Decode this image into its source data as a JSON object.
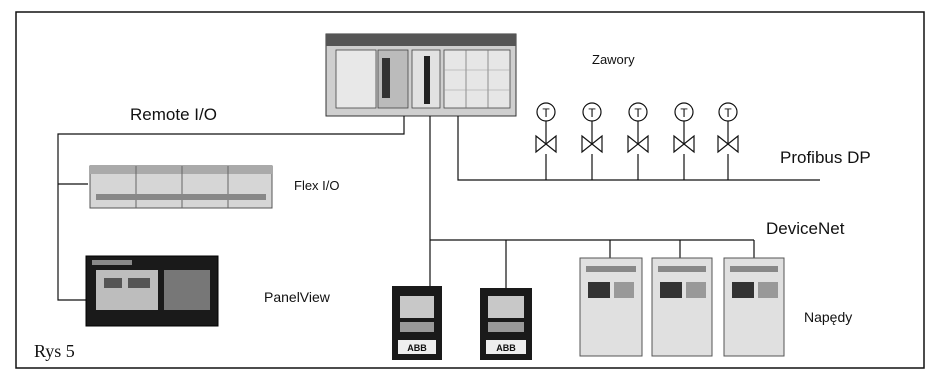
{
  "caption": "Rys 5",
  "labels": {
    "remote_io": "Remote I/O",
    "flex_io": "Flex I/O",
    "panelview": "PanelView",
    "zawory": "Zawory",
    "profibus": "Profibus DP",
    "devicenet": "DeviceNet",
    "napedy": "Napędy"
  },
  "valve_symbol": "T",
  "drive_badge": "ABB",
  "colors": {
    "line": "#111111",
    "device": "#d9d9d9",
    "dark": "#1a1a1a"
  }
}
